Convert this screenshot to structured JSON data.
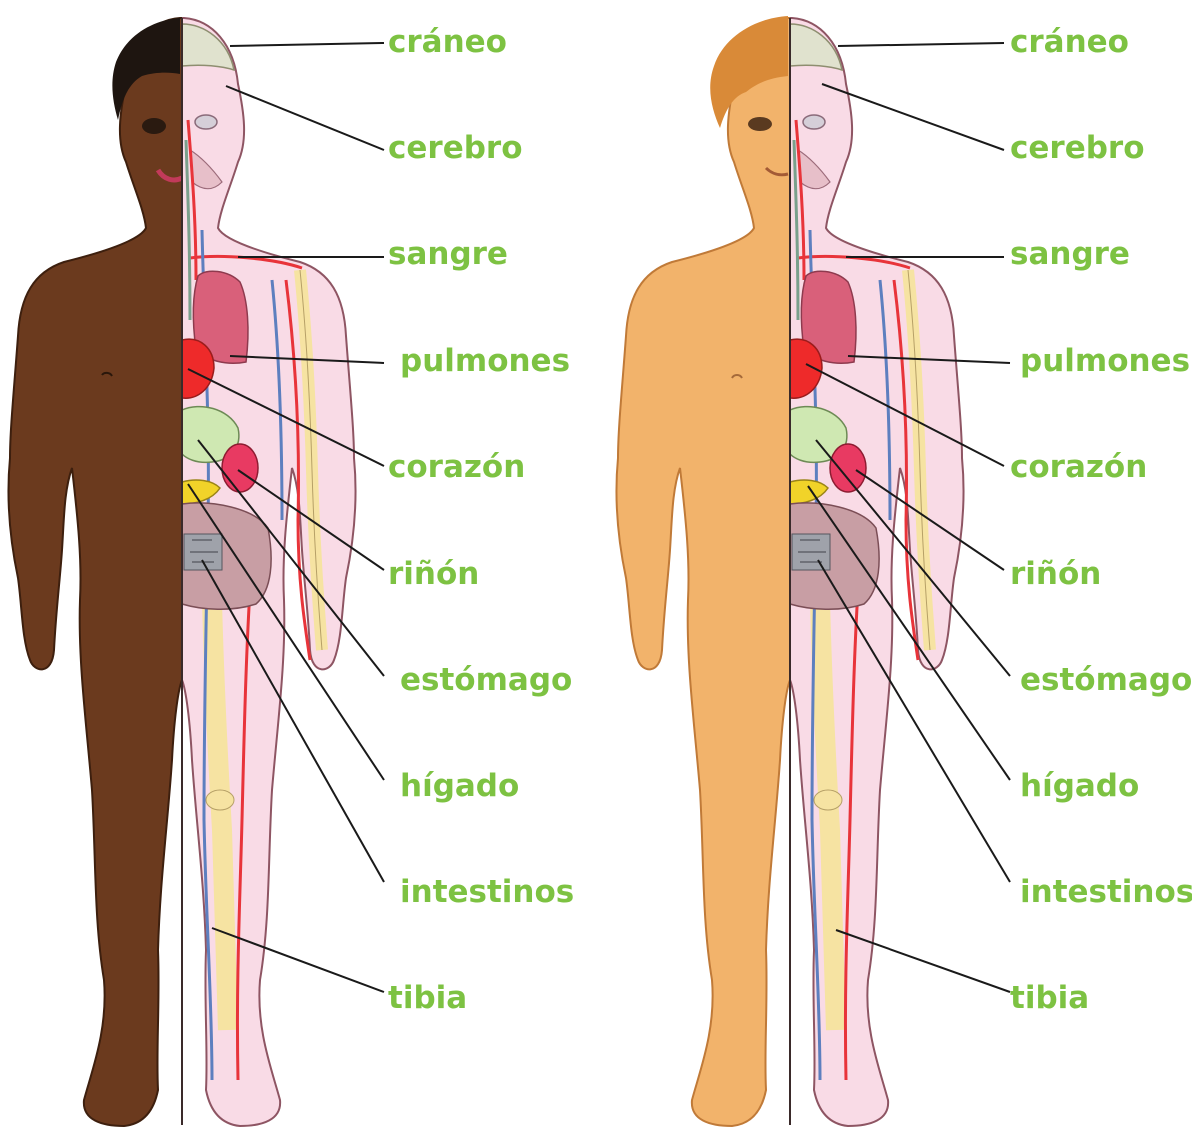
{
  "colors": {
    "label": "#7dc242",
    "leader_line": "#1a1a1a",
    "skin_dark": "#6b3a1e",
    "skin_light": "#f2b36b",
    "hair_dark": "#1e1510",
    "hair_light": "#d98a38",
    "inner_body": "#f9dbe6",
    "lungs": "#d9607a",
    "heart": "#ee2a2a",
    "kidney": "#e83a62",
    "stomach": "#cfe8b2",
    "liver": "#f1d329",
    "intestines": "#c89ea4",
    "bone": "#f6e3a2",
    "skull": "#e0e2ce",
    "artery": "#e8343a",
    "vein": "#5d7fbf"
  },
  "figures": [
    {
      "id": "left",
      "labels": [
        "cráneo",
        "cerebro",
        "sangre",
        "pulmones",
        "corazón",
        "riñón",
        "estómago",
        "hígado",
        "intestinos",
        "tibia"
      ]
    },
    {
      "id": "right",
      "labels": [
        "cráneo",
        "cerebro",
        "sangre",
        "pulmones",
        "corazón",
        "riñón",
        "estómago",
        "hígado",
        "intestinos",
        "tibia"
      ]
    }
  ]
}
